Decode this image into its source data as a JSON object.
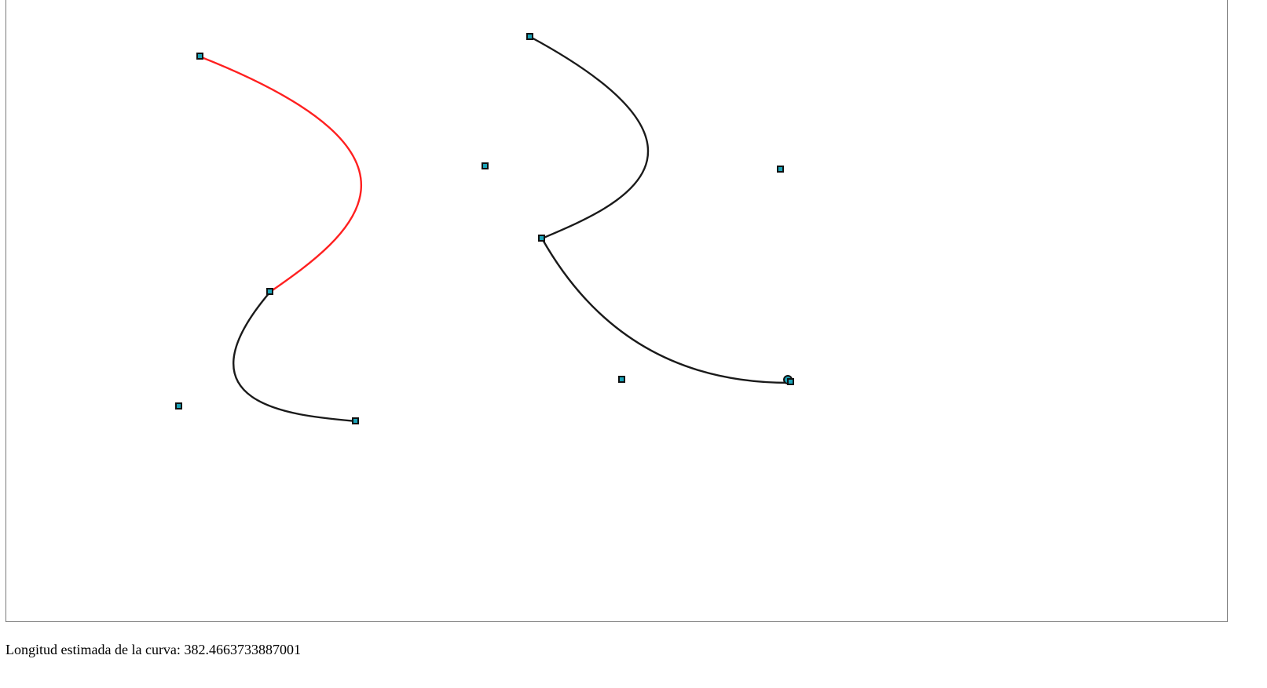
{
  "colors": {
    "selected_curve": "#ff2020",
    "curve": "#1a1a1a",
    "handle_fill": "#1aa3b8",
    "handle_stroke": "#111111",
    "frame_border": "#7a7a7a"
  },
  "curves": [
    {
      "id": "segment-1",
      "selected": true
    },
    {
      "id": "segment-2",
      "selected": false
    },
    {
      "id": "segment-3",
      "selected": false
    },
    {
      "id": "segment-4",
      "selected": false
    }
  ],
  "status": {
    "label": "Longitud estimada de la curva:",
    "value": "382.4663733887001"
  }
}
